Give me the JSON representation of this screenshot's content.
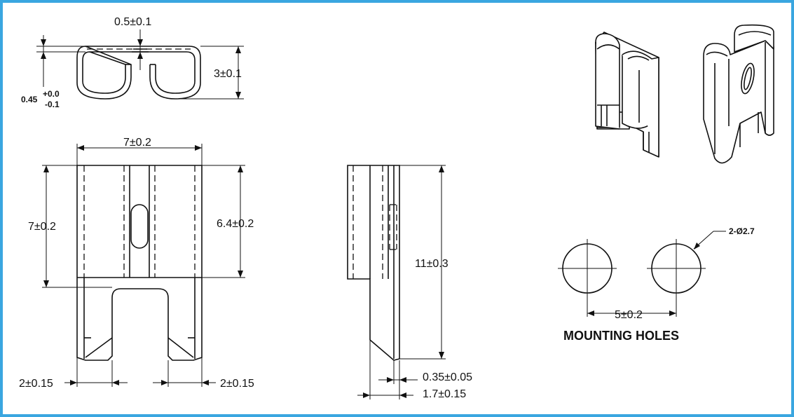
{
  "frame_color": "#3aa6e0",
  "top_view": {
    "wall_thickness": "0.5±0.1",
    "height": "3±0.1",
    "thickness_nominal": "0.45",
    "thickness_tol_upper": "+0.0",
    "thickness_tol_lower": "-0.1"
  },
  "front_view": {
    "width": "7±0.2",
    "body_height": "7±0.2",
    "clip_height": "6.4±0.2",
    "leg_left_width": "2±0.15",
    "leg_right_width": "2±0.15"
  },
  "side_view": {
    "total_height": "11±0.3",
    "sheet_thickness": "0.35±0.05",
    "side_width": "1.7±0.15"
  },
  "mounting_holes": {
    "title": "MOUNTING HOLES",
    "hole_spec": "2-Ø2.7",
    "spacing": "5±0.2"
  }
}
